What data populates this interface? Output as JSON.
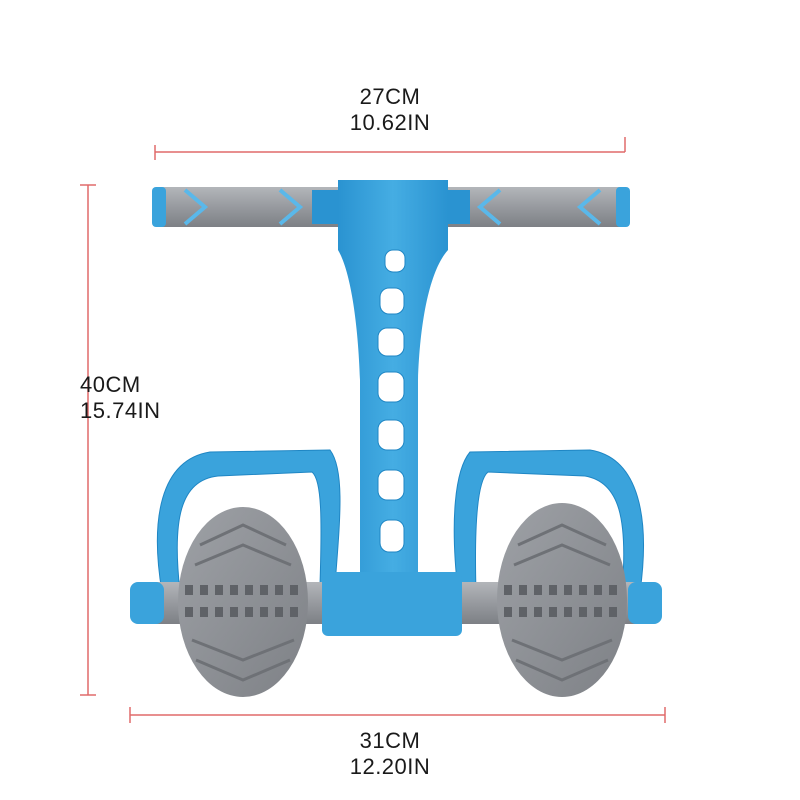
{
  "dimensions": {
    "top_width": {
      "metric": "27CM",
      "imperial": "10.62IN"
    },
    "height": {
      "metric": "40CM",
      "imperial": "15.74IN"
    },
    "bottom_width": {
      "metric": "31CM",
      "imperial": "12.20IN"
    }
  },
  "colors": {
    "body_blue": "#3aa3dc",
    "body_blue_dark": "#1f86c4",
    "grip_gray": "#9a9ea3",
    "pedal_gray": "#8c8f94",
    "measure_line": "#e06a6a"
  }
}
